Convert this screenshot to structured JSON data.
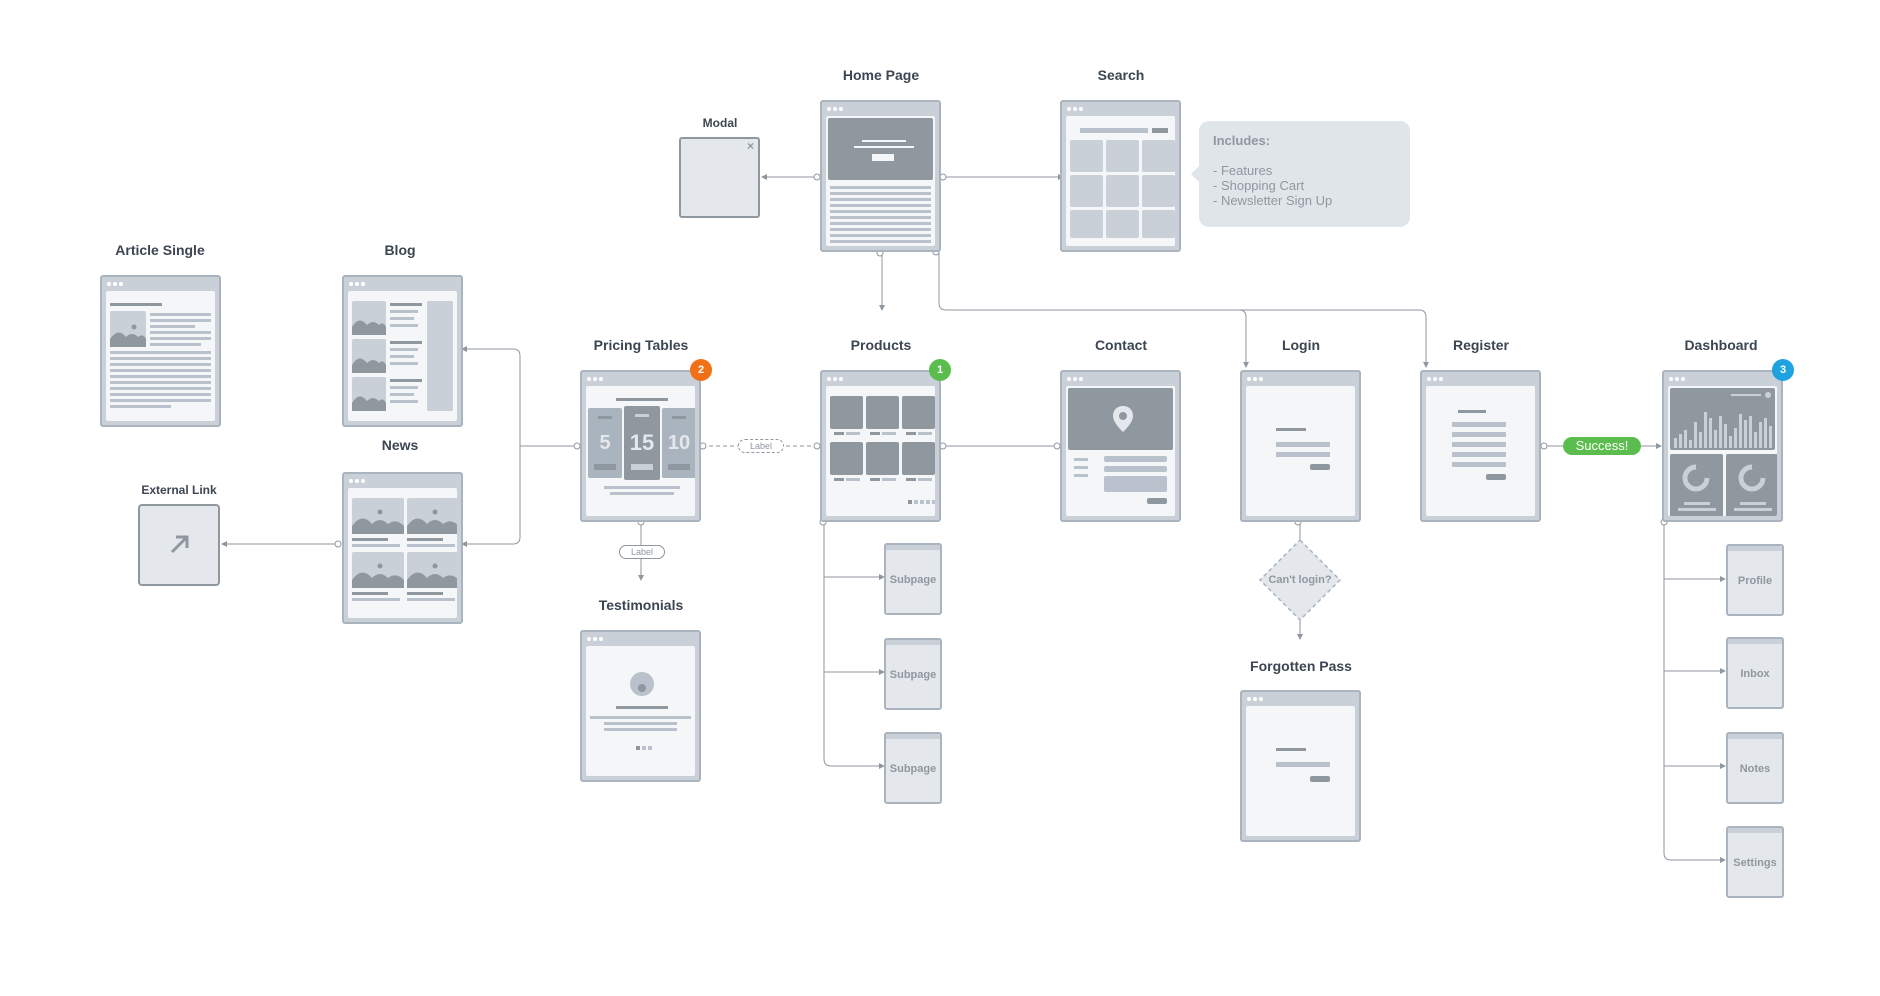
{
  "pages": {
    "modal": "Modal",
    "home": "Home Page",
    "search": "Search",
    "article_single": "Article Single",
    "blog": "Blog",
    "news": "News",
    "external_link": "External Link",
    "pricing": "Pricing Tables",
    "products": "Products",
    "contact": "Contact",
    "login": "Login",
    "register": "Register",
    "dashboard": "Dashboard",
    "testimonials": "Testimonials",
    "forgotten": "Forgotten Pass"
  },
  "subpages": {
    "products": [
      "Subpage",
      "Subpage",
      "Subpage"
    ],
    "dashboard": [
      "Profile",
      "Inbox",
      "Notes",
      "Settings"
    ]
  },
  "callout": {
    "title": "Includes:",
    "items": [
      "- Features",
      "- Shopping Cart",
      "- Newsletter Sign Up"
    ]
  },
  "pricing_values": [
    "5",
    "15",
    "10"
  ],
  "connector_labels": {
    "pricing_products": "Label",
    "pricing_testimonials": "Label"
  },
  "decision": "Can't login?",
  "success": "Success!",
  "badges": {
    "products": {
      "text": "1",
      "color": "#5cbd4f"
    },
    "pricing": {
      "text": "2",
      "color": "#f07018"
    },
    "dashboard": {
      "text": "3",
      "color": "#1fa3e0"
    }
  },
  "colors": {
    "connector": "#8f979f",
    "frame": "#c9d0d8",
    "dark": "#8f979f",
    "success": "#5cbd4f"
  }
}
